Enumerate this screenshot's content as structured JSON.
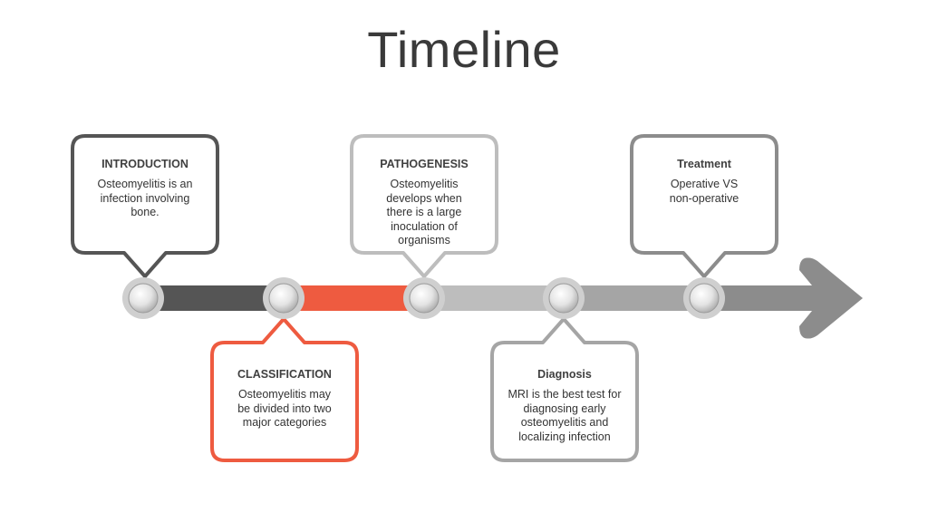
{
  "title": "Timeline",
  "colors": {
    "dark_gray": "#555555",
    "accent_orange": "#ee5b40",
    "light_gray": "#bdbdbd",
    "mid_gray": "#9e9e9e",
    "arrow_gray": "#8c8c8c"
  },
  "milestones": [
    {
      "heading": "INTRODUCTION",
      "body": "Osteomyelitis is an infection involving bone.",
      "color": "#555555",
      "position": "above"
    },
    {
      "heading": "CLASSIFICATION",
      "body": "Osteomyelitis may be divided into two major categories",
      "color": "#ee5b40",
      "position": "below"
    },
    {
      "heading": "PATHOGENESIS",
      "body": "Osteomyelitis develops when there is a large inoculation of organisms",
      "color": "#bdbdbd",
      "position": "above"
    },
    {
      "heading": "Diagnosis",
      "body": "MRI is the best test for diagnosing early osteomyelitis and localizing infection",
      "color": "#a5a5a5",
      "position": "below"
    },
    {
      "heading": "Treatment",
      "body": "Operative VS non-operative",
      "color": "#8c8c8c",
      "position": "above"
    }
  ]
}
